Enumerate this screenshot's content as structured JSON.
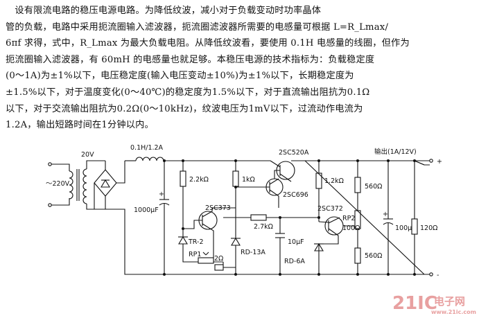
{
  "article": {
    "lines": [
      "　设有限流电路的稳压电源电路。为降低纹波，减小对于负载变动时功率晶体",
      "管的负载，电路中采用扼流圈输入滤波器，扼流圈滤波器所需要的电感量可根据 L=R_Lmax/",
      "6πf 求得，式中，R_Lmax 为最大负载电阻。从降低纹波看，要使用 0.1H 电感量的线圈，但作为",
      "扼流圈输入滤波器，有 60mH 的电感量也就足够。本稳压电源的技术指标为：负载稳定度",
      "(0～1A)为±1%以下，电压稳定度(输入电压变动±10%)为±1%以下，长期稳定度为",
      "±1.5%以下，对于温度变化(0～40℃)的稳定度为1.5%以下，对于直流输出阻抗为0.1Ω",
      "以下，对于交流输出阻抗为0.2Ω(0～10kHz)，纹波电压为1mV以下，过流动作电流为",
      "1.2A，输出短路时间在1分钟以内。"
    ]
  },
  "schematic": {
    "labels": {
      "ac_in": "～220V",
      "transformer": "20V",
      "inductor": "0.1H/1.2A",
      "cap_main": "1000μF",
      "r1": "2.2kΩ",
      "r2": "1kΩ",
      "q_pass": "2SC520A",
      "q_driver": "2SC696",
      "r3": "1.2kΩ",
      "q_limit": "2SC373",
      "r4": "2.7kΩ",
      "c2": "10μF",
      "q_error": "2SC372",
      "r5": "560Ω",
      "rp2": "RP2",
      "rp2_val": "100Ω",
      "r6": "560Ω",
      "c3": "100μF",
      "r7": "120Ω",
      "zener1": "TR-2",
      "rp1": "RP1",
      "r_sense": "2Ω",
      "zener2": "RD-13A",
      "zener3": "RD-6A",
      "output": "输出(1A/12V)",
      "plus": "+",
      "minus": "-"
    }
  },
  "watermark": {
    "logo": "21IC",
    "text": "电子网",
    "url": "www.21ic.com"
  }
}
